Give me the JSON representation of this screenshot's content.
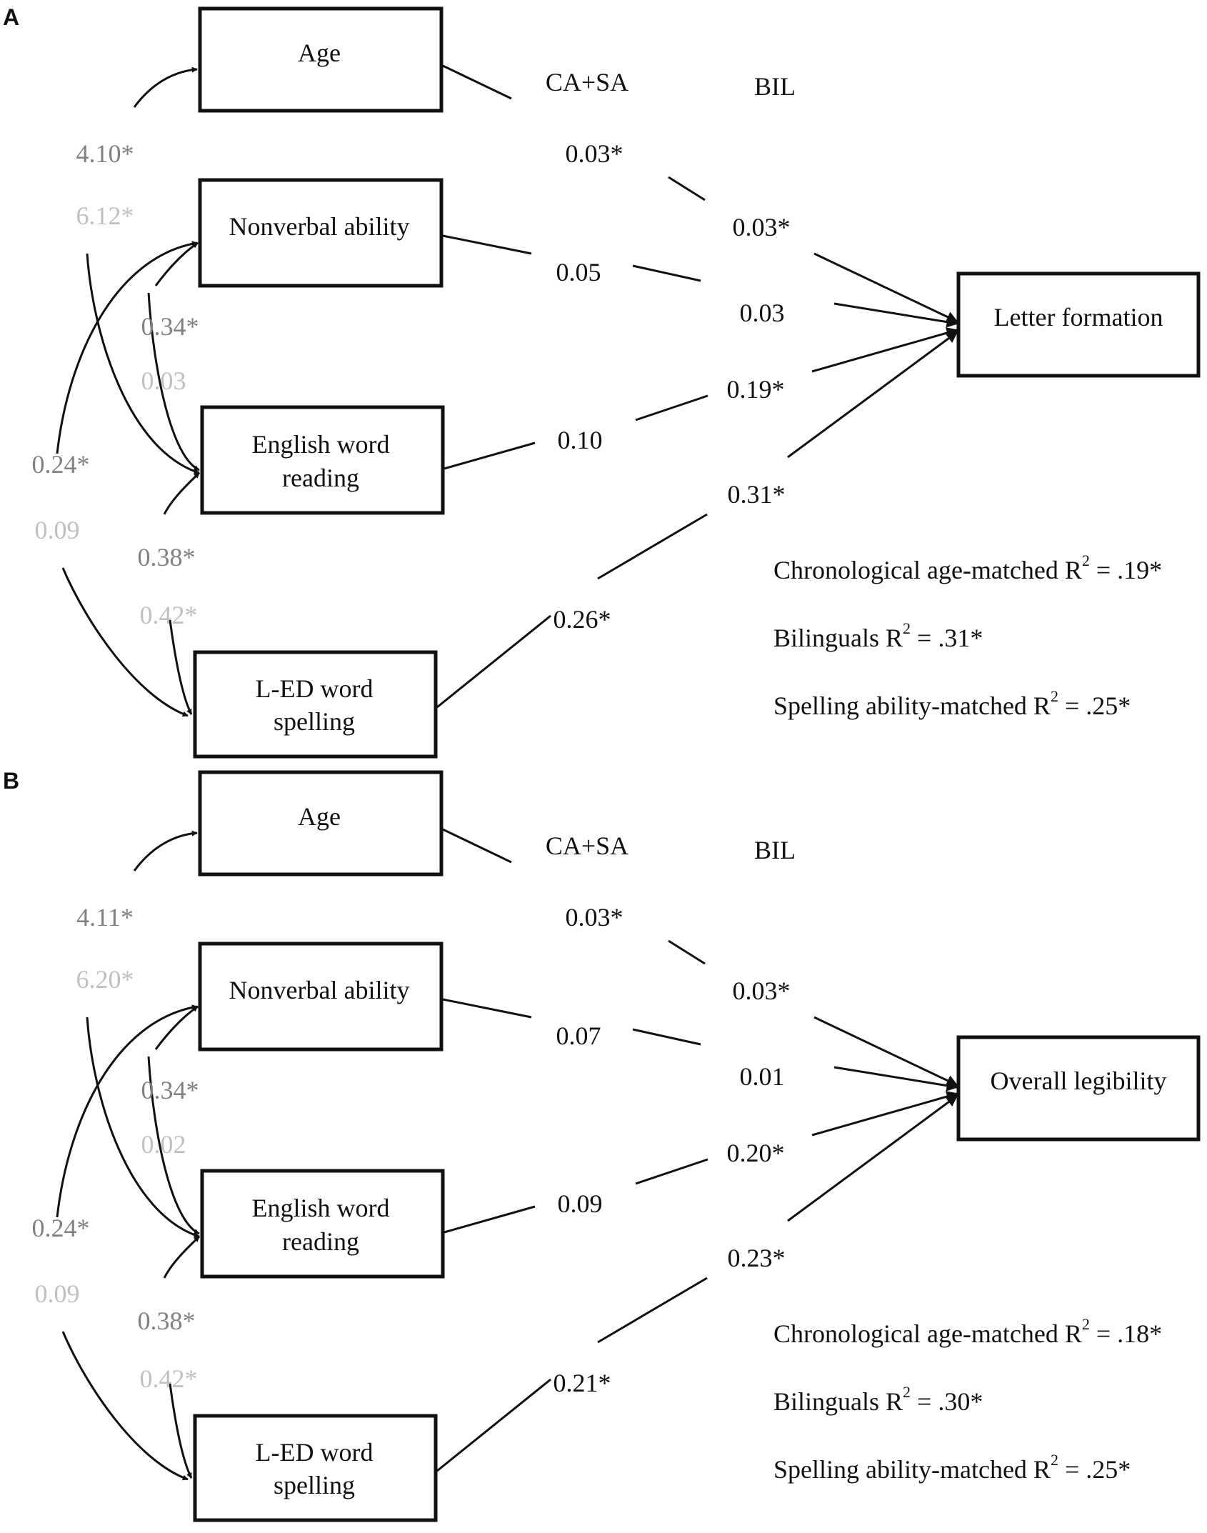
{
  "colors": {
    "ink": "#111111",
    "dark_gray": "#808080",
    "light_gray": "#c0c0c0"
  },
  "panels": [
    {
      "panel_label": "A",
      "boxes": {
        "age": "Age",
        "nonverbal": "Nonverbal ability",
        "reading": [
          "English word",
          "reading"
        ],
        "spelling": [
          "L-ED word",
          "spelling"
        ],
        "outcome": "Letter formation"
      },
      "group_headers": {
        "ca_sa": "CA+SA",
        "bil": "BIL"
      },
      "path_coefficients": {
        "age_ca_sa": "0.03*",
        "age_bil": "0.03*",
        "nonverbal_ca_sa": "0.05",
        "nonverbal_bil": "0.03",
        "reading_ca_sa": "0.10",
        "reading_bil": "0.19*",
        "spelling_ca_sa": "0.26*",
        "spelling_bil": "0.31*"
      },
      "correlations": {
        "age_nonverbal_1": "4.10*",
        "age_nonverbal_2": "6.12*",
        "nonverbal_reading_1": "0.34*",
        "nonverbal_reading_2": "0.03",
        "nonverbal_spelling_1": "0.24*",
        "nonverbal_spelling_2": "0.09",
        "reading_spelling_1": "0.38*",
        "reading_spelling_2": "0.42*"
      },
      "r_squared": [
        {
          "label": "Chronological age-matched R",
          "sup": "2",
          "value": " = .19*"
        },
        {
          "label": "Bilinguals R",
          "sup": "2",
          "value": " = .31*"
        },
        {
          "label": "Spelling ability-matched R",
          "sup": "2",
          "value": " = .25*"
        }
      ]
    },
    {
      "panel_label": "B",
      "boxes": {
        "age": "Age",
        "nonverbal": "Nonverbal ability",
        "reading": [
          "English word",
          "reading"
        ],
        "spelling": [
          "L-ED word",
          "spelling"
        ],
        "outcome": "Overall legibility"
      },
      "group_headers": {
        "ca_sa": "CA+SA",
        "bil": "BIL"
      },
      "path_coefficients": {
        "age_ca_sa": "0.03*",
        "age_bil": "0.03*",
        "nonverbal_ca_sa": "0.07",
        "nonverbal_bil": "0.01",
        "reading_ca_sa": "0.09",
        "reading_bil": "0.20*",
        "spelling_ca_sa": "0.21*",
        "spelling_bil": "0.23*"
      },
      "correlations": {
        "age_nonverbal_1": "4.11*",
        "age_nonverbal_2": "6.20*",
        "nonverbal_reading_1": "0.34*",
        "nonverbal_reading_2": "0.02",
        "nonverbal_spelling_1": "0.24*",
        "nonverbal_spelling_2": "0.09",
        "reading_spelling_1": "0.38*",
        "reading_spelling_2": "0.42*"
      },
      "r_squared": [
        {
          "label": "Chronological age-matched R",
          "sup": "2",
          "value": " = .18*"
        },
        {
          "label": "Bilinguals R",
          "sup": "2",
          "value": " = .30*"
        },
        {
          "label": "Spelling ability-matched R",
          "sup": "2",
          "value": " = .25*"
        }
      ]
    }
  ]
}
